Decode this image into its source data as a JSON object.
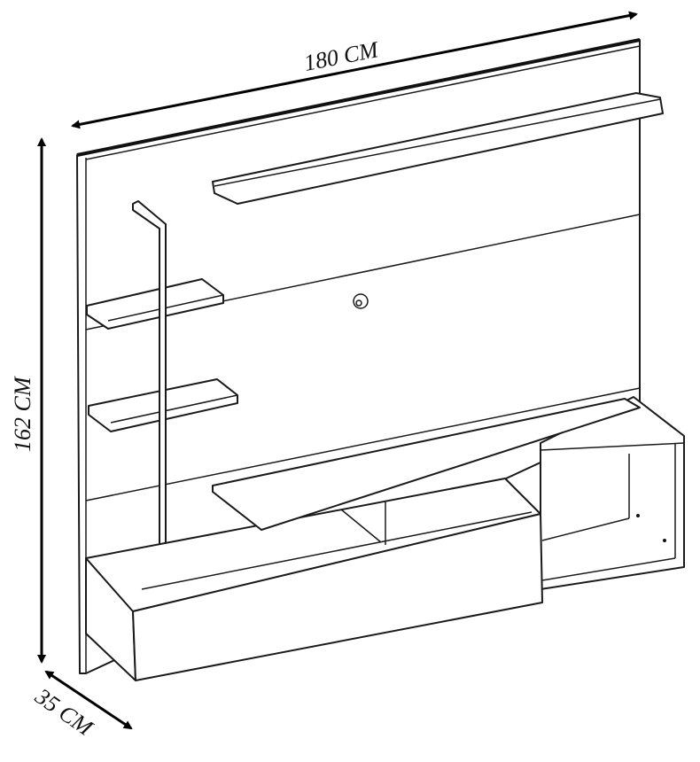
{
  "dimensions": {
    "width": "180 CM",
    "height": "162 CM",
    "depth": "35 CM"
  },
  "colors": {
    "line": "#1a1a1a",
    "background": "#ffffff"
  }
}
